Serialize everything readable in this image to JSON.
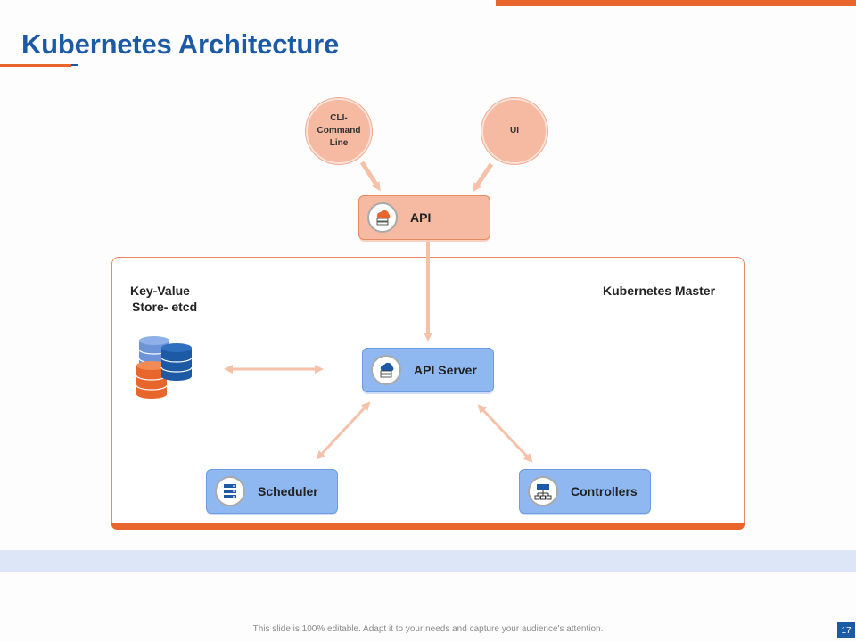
{
  "slide": {
    "title": "Kubernetes Architecture",
    "footer": "This slide is 100% editable.  Adapt it to your needs and capture your audience's attention.",
    "page_number": "17"
  },
  "clients": {
    "cli_label": "CLI- Command Line",
    "ui_label": "UI"
  },
  "nodes": {
    "api": "API",
    "api_server": "API Server",
    "scheduler": "Scheduler",
    "controllers": "Controllers"
  },
  "master": {
    "label": "Kubernetes Master",
    "kv_line1": "Key-Value",
    "kv_line2": "Store- etcd"
  },
  "colors": {
    "accent_orange": "#e8662b",
    "title_blue": "#1c5aa6",
    "salmon": "#f6b9a2",
    "node_blue": "#8fb8f1",
    "arrow": "#f5c1a8"
  },
  "icons": {
    "api": "cloud-server-icon",
    "api_server": "cloud-server-icon",
    "scheduler": "server-rack-icon",
    "controllers": "network-hierarchy-icon",
    "etcd": "database-stack-icon"
  }
}
